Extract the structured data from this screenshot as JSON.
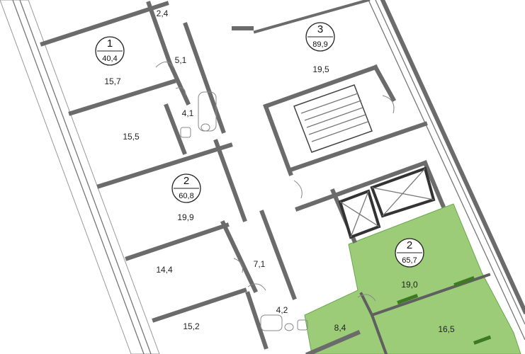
{
  "colors": {
    "highlight": "#9ccc78",
    "highlight_edge": "#5a9a3c",
    "wall": "#6b6b6b",
    "background": "#ffffff"
  },
  "apartments": [
    {
      "number": "1",
      "area": "40,4"
    },
    {
      "number": "3",
      "area": "89,9"
    },
    {
      "number": "2",
      "area": "60,8"
    },
    {
      "number": "2",
      "area": "65,7"
    }
  ],
  "rooms": [
    "2,4",
    "5,1",
    "15,7",
    "4,1",
    "15,5",
    "19,5",
    "19,9",
    "14,4",
    "7,1",
    "4,2",
    "15,2",
    "19,0",
    "8,4",
    "16,5"
  ]
}
